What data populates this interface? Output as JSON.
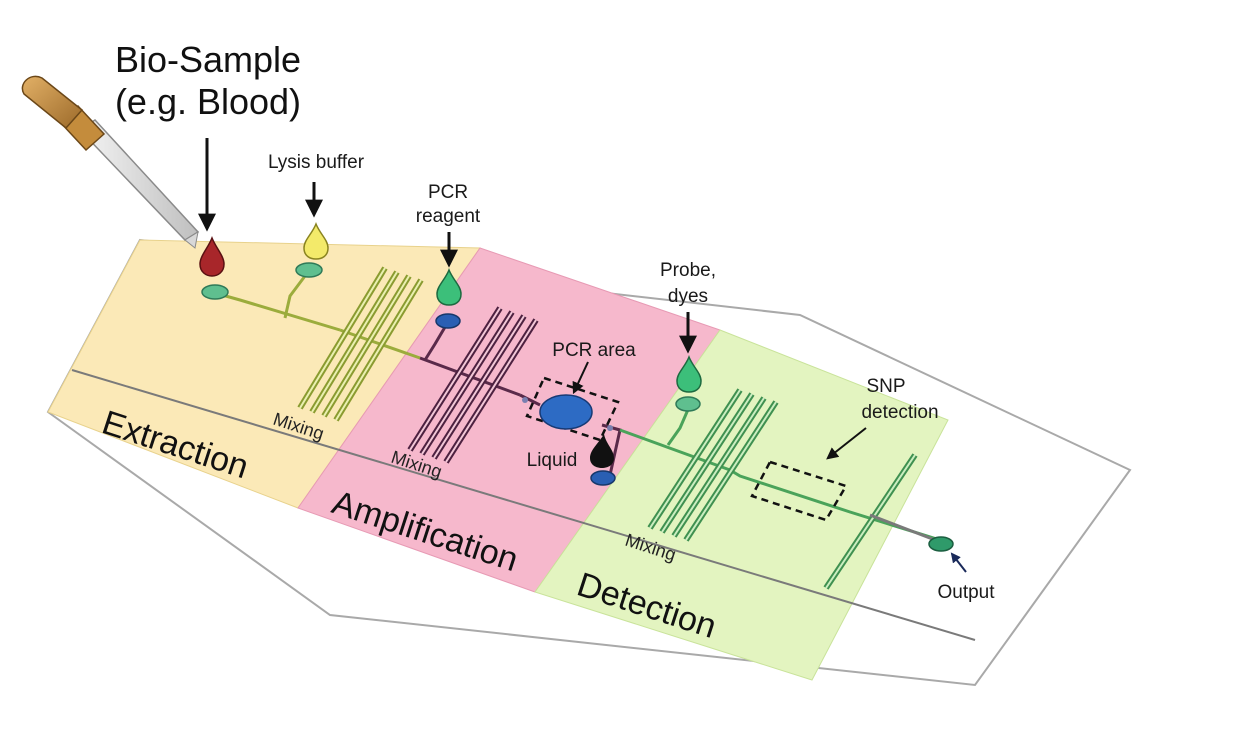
{
  "diagram": {
    "title_line1": "Bio-Sample",
    "title_line2": "(e.g. Blood)",
    "inputs": {
      "lysis_buffer": "Lysis buffer",
      "pcr_reagent_line1": "PCR",
      "pcr_reagent_line2": "reagent",
      "probe_line1": "Probe,",
      "probe_line2": "dyes"
    },
    "areas": {
      "pcr_area": "PCR area",
      "liquid": "Liquid",
      "snp_line1": "SNP",
      "snp_line2": "detection",
      "output": "Output"
    },
    "mixing_labels": [
      "Mixing",
      "Mixing",
      "Mixing"
    ],
    "zones": {
      "extraction": "Extraction",
      "amplification": "Amplification",
      "detection": "Detection"
    },
    "colors": {
      "extraction_zone": "#fbe9b7",
      "amplification_zone": "#f6b8cc",
      "detection_zone": "#e3f4c0",
      "channel_extraction": "#9bac3c",
      "channel_amplification": "#5a2a4a",
      "channel_detection": "#4aa35a",
      "blood_drop": "#a8262a",
      "lysis_drop": "#f3ea6a",
      "reagent_drop": "#3cbf7a",
      "liquid_drop": "#111111",
      "reservoir_green": "#5fbf8f",
      "reservoir_blue": "#2a5fb3",
      "pcr_chamber": "#2d6bc4",
      "dropper_bulb": "#c48c3c"
    }
  }
}
